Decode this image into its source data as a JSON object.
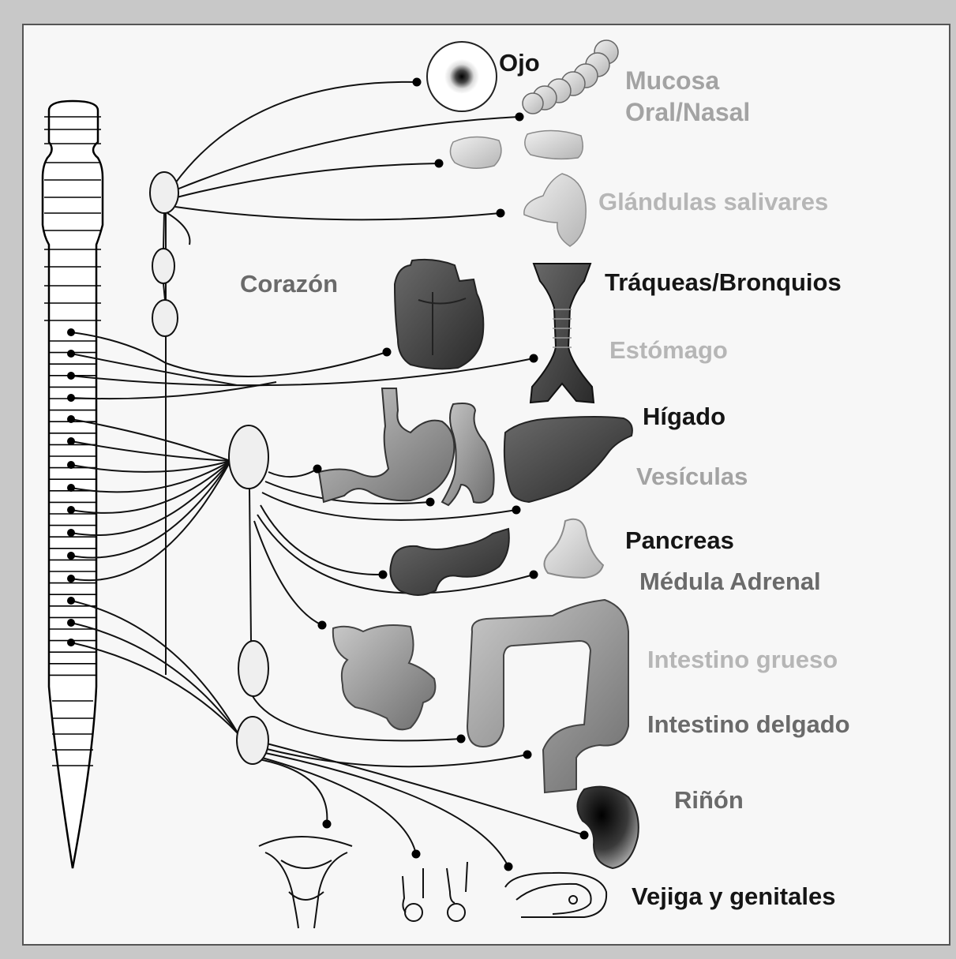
{
  "labels": {
    "ojo": "Ojo",
    "mucosa_1": "Mucosa",
    "mucosa_2": "Oral/Nasal",
    "glandulas": "Glándulas salivares",
    "corazon": "Corazón",
    "traqueas": "Tráqueas/Bronquios",
    "estomago": "Estómago",
    "higado": "Hígado",
    "vesiculas": "Vesículas",
    "pancreas": "Pancreas",
    "medula": "Médula Adrenal",
    "intestino_grueso": "Intestino grueso",
    "intestino_delgado": "Intestino delgado",
    "rinon": "Riñón",
    "vejiga": "Vejiga y genitales"
  },
  "colors": {
    "frame_bg": "#f7f7f7",
    "outer_bg": "#c8c8c8",
    "line": "#111111",
    "label_dark": "#151515",
    "label_mid": "#6a6a6a",
    "label_light": "#a3a3a3"
  }
}
